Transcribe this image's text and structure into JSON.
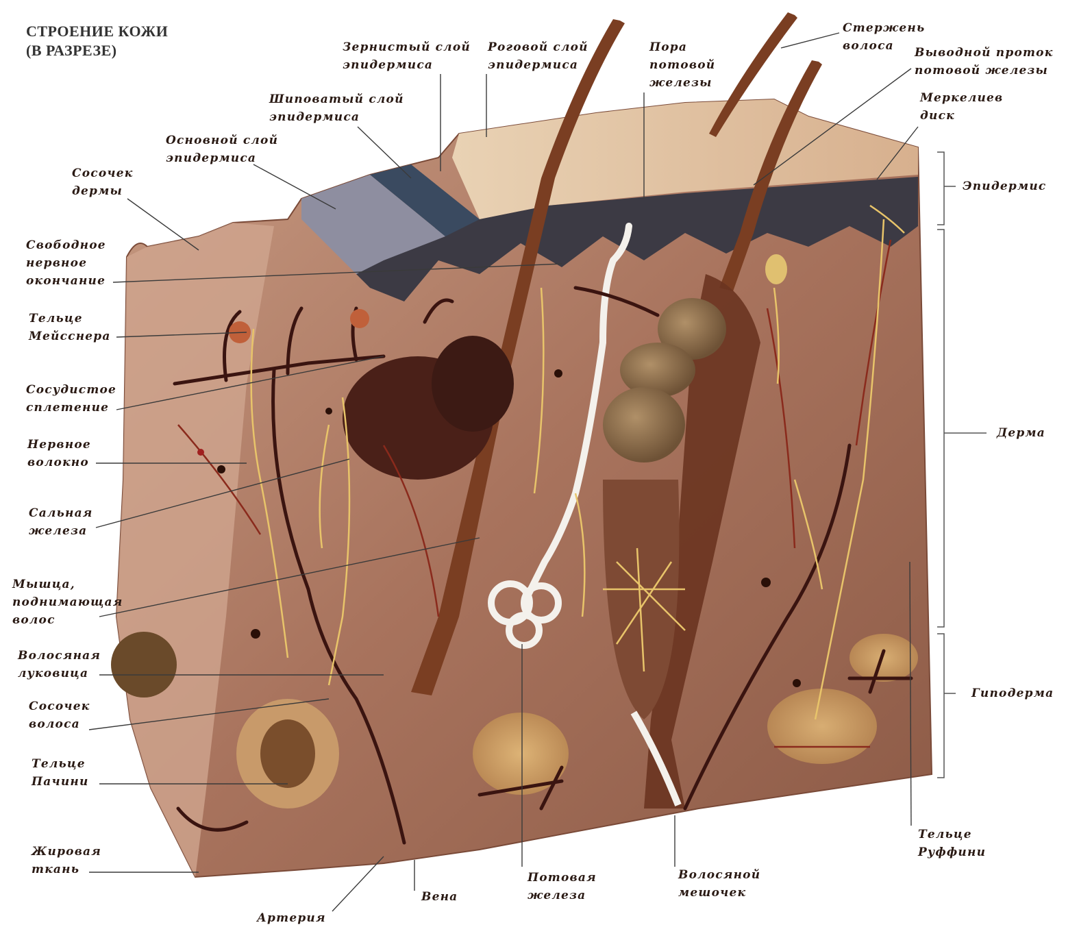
{
  "title": {
    "line1": "СТРОЕНИЕ КОЖИ",
    "line2": "(В РАЗРЕЗЕ)"
  },
  "labels": {
    "granular": [
      "Зернистый слой",
      "эпидермиса"
    ],
    "horny": [
      "Роговой слой",
      "эпидермиса"
    ],
    "pore": [
      "Пора",
      "потовой",
      "железы"
    ],
    "hair_shaft": [
      "Стержень",
      "волоса"
    ],
    "excretory_duct": [
      "Выводной проток",
      "потовой железы"
    ],
    "spinous": [
      "Шиповатый слой",
      "эпидермиса"
    ],
    "merkel": [
      "Меркелиев",
      "диск"
    ],
    "basal": [
      "Основной слой",
      "эпидермиса"
    ],
    "dermal_papilla": [
      "Сосочек",
      "дермы"
    ],
    "epidermis": [
      "Эпидермис"
    ],
    "free_nerve": [
      "Свободное",
      "нервное",
      "окончание"
    ],
    "meissner": [
      "Тельце",
      "Мейсснера"
    ],
    "vascular": [
      "Сосудистое",
      "сплетение"
    ],
    "nerve_fiber": [
      "Нервное",
      "волокно"
    ],
    "dermis": [
      "Дерма"
    ],
    "sebaceous": [
      "Сальная",
      "железа"
    ],
    "muscle": [
      "Мышца,",
      "поднимающая",
      "волос"
    ],
    "hair_bulb": [
      "Волосяная",
      "луковица"
    ],
    "hypodermis": [
      "Гиподерма"
    ],
    "hair_papilla": [
      "Сосочек",
      "волоса"
    ],
    "pacini": [
      "Тельце",
      "Пачини"
    ],
    "ruffini": [
      "Тельце",
      "Руффини"
    ],
    "fat": [
      "Жировая",
      "ткань"
    ],
    "sweat_gland": [
      "Потовая",
      "железа"
    ],
    "hair_follicle": [
      "Волосяной",
      "мешочек"
    ],
    "vein": [
      "Вена"
    ],
    "artery": [
      "Артерия"
    ]
  },
  "colors": {
    "tissue": "#b98a72",
    "tissue_dark": "#8a5a47",
    "epidermis_top": "#e6c9a6",
    "basal_layer": "#3c3a44",
    "hair": "#7a3e22",
    "nerve": "#e8c46a",
    "vessel": "#4a1a14",
    "fat": "#d8a864",
    "sweat_duct": "#f4f1ec",
    "leader_line": "#3a3a3a"
  }
}
